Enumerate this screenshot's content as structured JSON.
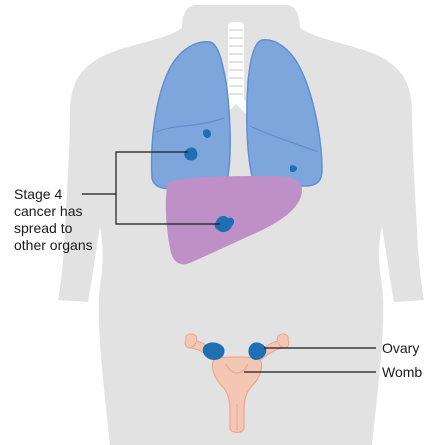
{
  "labels": {
    "stage_line1": "Stage 4",
    "stage_line2": "cancer has",
    "stage_line3": "spread to",
    "stage_line4": "other organs",
    "ovary": "Ovary",
    "womb": "Womb"
  },
  "colors": {
    "body": "#e2e2e2",
    "lungs": "#7da6dc",
    "lung_outline": "#5f8fd0",
    "liver": "#bf90c8",
    "tumour": "#1f6fb3",
    "reproductive": "#f4c7b4",
    "reproductive_outline": "#e8a690",
    "trachea": "#ffffff",
    "text": "#1a1a1a"
  }
}
